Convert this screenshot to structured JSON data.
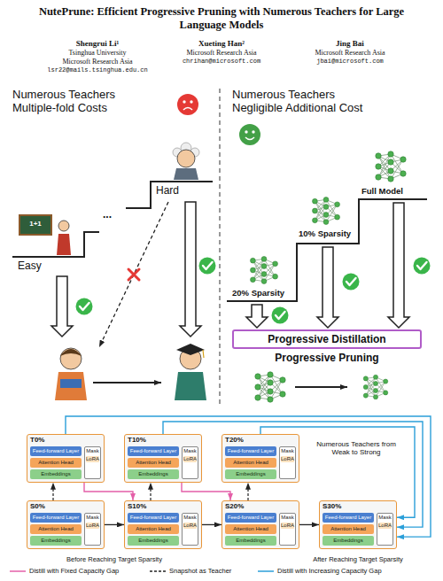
{
  "diagram": {
    "title": "NutePrune: Efficient Progressive Pruning with Numerous Teachers for Large Language Models",
    "nodes": [
      {
        "text": [
          "Progressive Distillation"
        ]
      },
      {
        "text": [
          "T0%"
        ]
      },
      {
        "text": [
          "Feed-forward Layer"
        ],
        "in": 1
      },
      {
        "text": [
          "Attention Head"
        ],
        "in": 1
      },
      {
        "text": [
          "Embeddings"
        ],
        "in": 1
      },
      {
        "text": [
          "Mask",
          "LoRA"
        ],
        "in": 1
      },
      {
        "text": [
          "T10%"
        ]
      },
      {
        "text": [
          "Feed-forward Layer"
        ],
        "in": 6
      },
      {
        "text": [
          "Attention Head"
        ],
        "in": 6
      },
      {
        "text": [
          "Embeddings"
        ],
        "in": 6
      },
      {
        "text": [
          "Mask",
          "LoRA"
        ],
        "in": 6
      },
      {
        "text": [
          "T20%"
        ]
      },
      {
        "text": [
          "Feed-forward Layer"
        ],
        "in": 11
      },
      {
        "text": [
          "Attention Head"
        ],
        "in": 11
      },
      {
        "text": [
          "Embeddings"
        ],
        "in": 11
      },
      {
        "text": [
          "Mask",
          "LoRA"
        ],
        "in": 11
      },
      {
        "text": [
          "S0%"
        ]
      },
      {
        "text": [
          "Feed-forward Layer"
        ],
        "in": 16
      },
      {
        "text": [
          "Attention Head"
        ],
        "in": 16
      },
      {
        "text": [
          "Embeddings"
        ],
        "in": 16
      },
      {
        "text": [
          "Mask",
          "LoRA"
        ],
        "in": 16
      },
      {
        "text": [
          "S10%"
        ]
      },
      {
        "text": [
          "Feed-forward Layer"
        ],
        "in": 21
      },
      {
        "text": [
          "Attention Head"
        ],
        "in": 21
      },
      {
        "text": [
          "Embeddings"
        ],
        "in": 21
      },
      {
        "text": [
          "Mask",
          "LoRA"
        ],
        "in": 21
      },
      {
        "text": [
          "S20%"
        ]
      },
      {
        "text": [
          "Feed-forward Layer"
        ],
        "in": 26
      },
      {
        "text": [
          "Attention Head"
        ],
        "in": 26
      },
      {
        "text": [
          "Embeddings"
        ],
        "in": 26
      },
      {
        "text": [
          "Mask",
          "LoRA"
        ],
        "in": 26
      },
      {
        "text": [
          "S30%"
        ]
      },
      {
        "text": [
          "Feed-forward Layer"
        ],
        "in": 31
      },
      {
        "text": [
          "Attention Head"
        ],
        "in": 31
      },
      {
        "text": [
          "Embeddings"
        ],
        "in": 31
      },
      {
        "text": [
          "Mask",
          "LoRA"
        ],
        "in": 31
      }
    ],
    "edges": [
      {
        "from": 16,
        "to": 21,
        "arrow": "to"
      },
      {
        "from": 21,
        "to": 26,
        "arrow": "to"
      },
      {
        "from": 26,
        "to": 31,
        "arrow": "to"
      },
      {
        "from": 16,
        "to": 1,
        "arrow": "to"
      },
      {
        "from": 21,
        "to": 6,
        "arrow": "to"
      },
      {
        "from": 26,
        "to": 11,
        "arrow": "to"
      },
      {
        "from": 1,
        "to": 21,
        "arrow": "to"
      },
      {
        "from": 6,
        "to": 26,
        "arrow": "to"
      },
      {
        "from": 1,
        "to": 31,
        "arrow": "to"
      },
      {
        "from": 6,
        "to": 31,
        "arrow": "to"
      },
      {
        "from": 11,
        "to": 31,
        "arrow": "to"
      }
    ],
    "labels": [
      "Shengrui Li¹",
      "Tsinghua University",
      "Microsoft Research Asia",
      "lsr22@mails.tsinghua.edu.cn",
      "Xueting Han²",
      "Microsoft Research Asia",
      "chrihan@microsoft.com",
      "Jing Bai",
      "Microsoft Research Asia",
      "jbai@microsoft.com",
      "Numerous Teachers Multiple-fold Costs",
      "1+1",
      "...",
      "Hard",
      "Easy",
      "Numerous Teachers Negligible Additional Cost",
      "Full Model",
      "10% Sparsity",
      "20% Sparsity",
      "Progressive Pruning",
      "Numerous Teachers from Weak to Strong",
      "Before Reaching Target Sparsity",
      "After Reaching Target Sparsity"
    ],
    "legend": [
      {
        "text": "Distill with Fixed Capacity Gap"
      },
      {
        "text": "Snapshot as Teacher"
      },
      {
        "text": "Distill with Increasing Capacity Gap"
      }
    ]
  }
}
